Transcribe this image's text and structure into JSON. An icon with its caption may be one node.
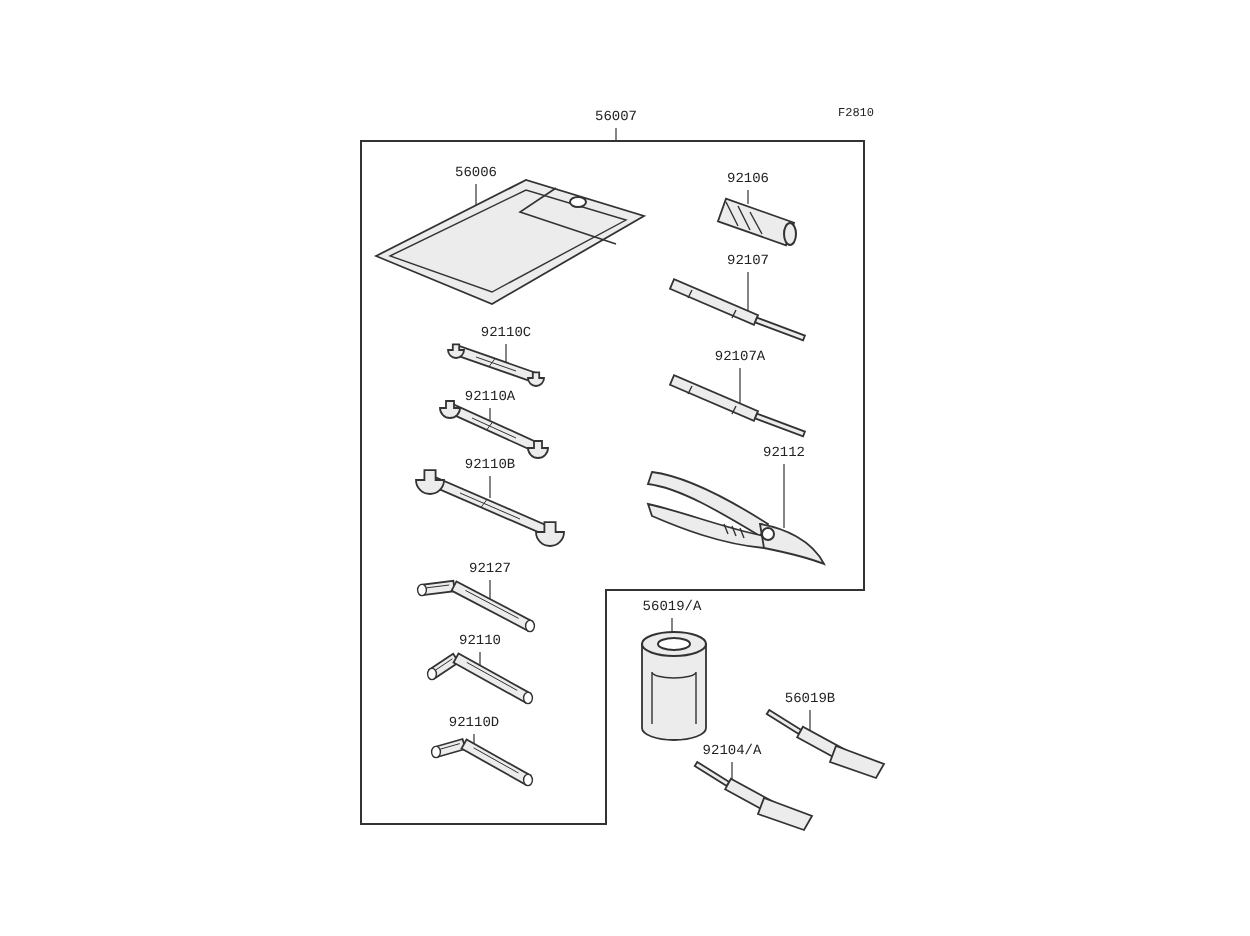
{
  "diagram": {
    "nodes": [
      {
        "text": [
          "56007"
        ]
      },
      {
        "text": [],
        "shape": "box"
      },
      {
        "text": [
          "56006"
        ],
        "in": 1
      },
      {
        "text": [],
        "shape": "picture",
        "in": 1
      },
      {
        "text": [
          "92106"
        ],
        "in": 1
      },
      {
        "text": [],
        "shape": "picture",
        "in": 1
      },
      {
        "text": [
          "92110C"
        ],
        "in": 1
      },
      {
        "text": [],
        "shape": "picture",
        "in": 1
      },
      {
        "text": [
          "92107"
        ],
        "in": 1
      },
      {
        "text": [],
        "shape": "picture",
        "in": 1
      },
      {
        "text": [
          "92110A"
        ],
        "in": 1
      },
      {
        "text": [],
        "shape": "picture",
        "in": 1
      },
      {
        "text": [
          "92107A"
        ],
        "in": 1
      },
      {
        "text": [],
        "shape": "picture",
        "in": 1
      },
      {
        "text": [
          "92110B"
        ],
        "in": 1
      },
      {
        "text": [],
        "shape": "picture",
        "in": 1
      },
      {
        "text": [
          "92112"
        ],
        "in": 1
      },
      {
        "text": [],
        "shape": "picture",
        "in": 1
      },
      {
        "text": [
          "92127"
        ],
        "in": 1
      },
      {
        "text": [],
        "shape": "picture",
        "in": 1
      },
      {
        "text": [
          "92110"
        ],
        "in": 1
      },
      {
        "text": [],
        "shape": "picture",
        "in": 1
      },
      {
        "text": [
          "56019/A"
        ]
      },
      {
        "text": [],
        "shape": "picture"
      },
      {
        "text": [
          "92110D"
        ],
        "in": 1
      },
      {
        "text": [],
        "shape": "picture",
        "in": 1
      },
      {
        "text": [
          "56019B"
        ]
      },
      {
        "text": [],
        "shape": "picture"
      },
      {
        "text": [
          "92104/A"
        ]
      },
      {
        "text": [],
        "shape": "picture"
      }
    ],
    "edges": [
      {
        "from": 0,
        "to": 1,
        "arrow": "none"
      },
      {
        "from": 2,
        "to": 3,
        "arrow": "none"
      },
      {
        "from": 4,
        "to": 5,
        "arrow": "none"
      },
      {
        "from": 6,
        "to": 7,
        "arrow": "none"
      },
      {
        "from": 8,
        "to": 9,
        "arrow": "none"
      },
      {
        "from": 10,
        "to": 11,
        "arrow": "none"
      },
      {
        "from": 12,
        "to": 13,
        "arrow": "none"
      },
      {
        "from": 14,
        "to": 15,
        "arrow": "none"
      },
      {
        "from": 16,
        "to": 17,
        "arrow": "none"
      },
      {
        "from": 18,
        "to": 19,
        "arrow": "none"
      },
      {
        "from": 20,
        "to": 21,
        "arrow": "none"
      },
      {
        "from": 22,
        "to": 23,
        "arrow": "none"
      },
      {
        "from": 24,
        "to": 25,
        "arrow": "none"
      },
      {
        "from": 26,
        "to": 27,
        "arrow": "none"
      },
      {
        "from": 28,
        "to": 29,
        "arrow": "none"
      }
    ],
    "labels": [
      "F2810"
    ]
  }
}
